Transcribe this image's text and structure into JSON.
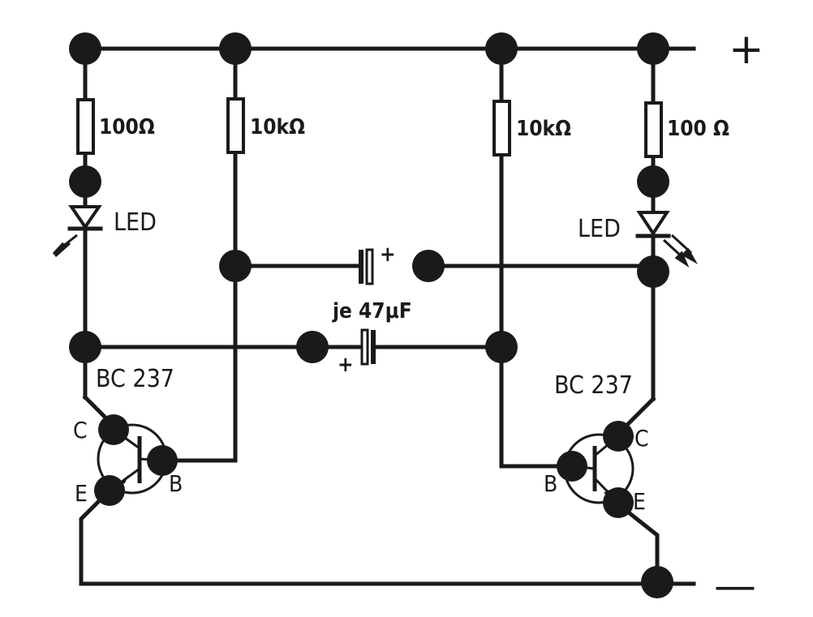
{
  "rails": {
    "plus": "+",
    "minus": "—"
  },
  "resistors": {
    "r1": "100Ω",
    "r2": "10kΩ",
    "r3": "10kΩ",
    "r4": "100 Ω"
  },
  "leds": {
    "left": "LED",
    "right": "LED"
  },
  "capacitors": {
    "value": "je 47μF",
    "upper_polarity": "+",
    "lower_polarity": "+"
  },
  "transistors": {
    "left": {
      "type": "BC 237",
      "c": "C",
      "b": "B",
      "e": "E"
    },
    "right": {
      "type": "BC 237",
      "c": "C",
      "b": "B",
      "e": "E"
    }
  }
}
